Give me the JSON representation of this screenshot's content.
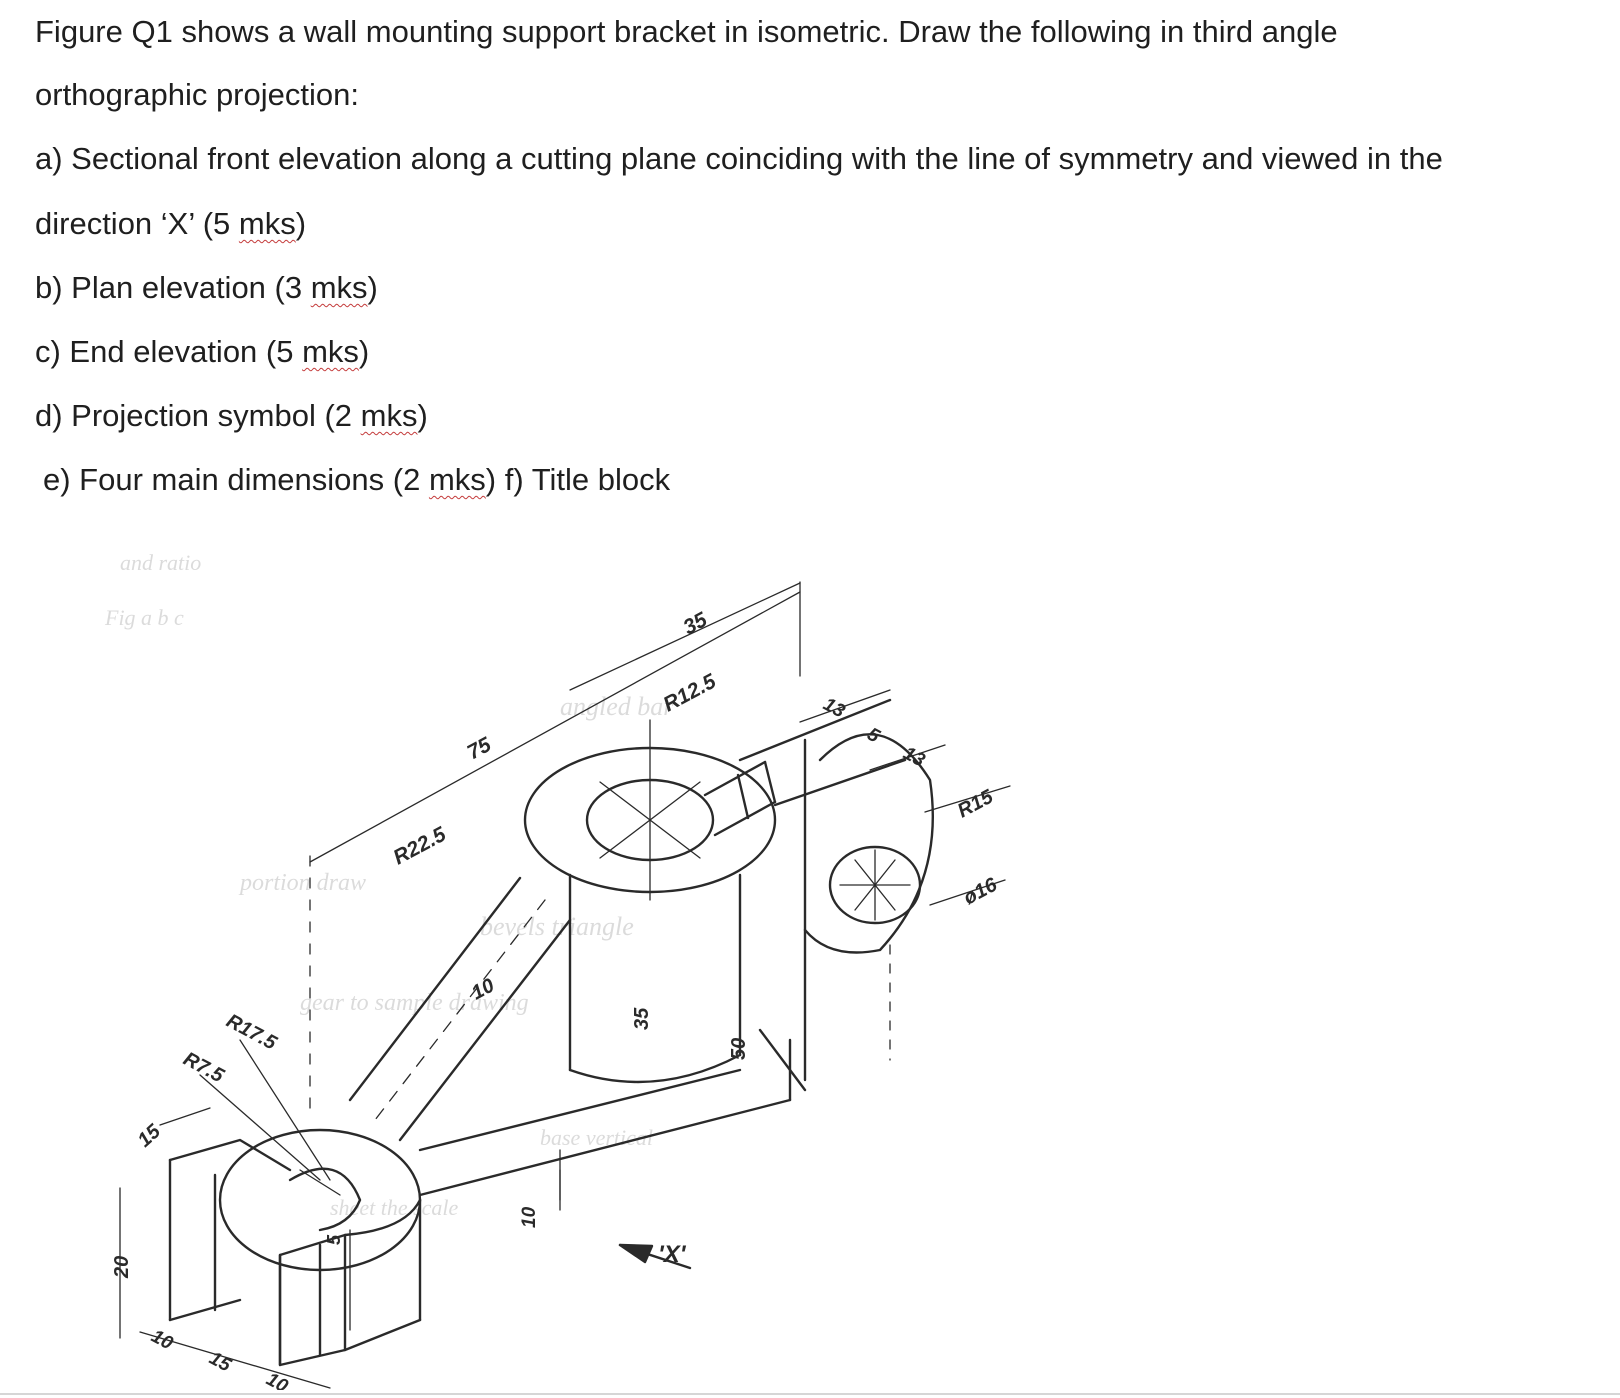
{
  "question": {
    "line1": "Figure Q1 shows a wall mounting support bracket in isometric. Draw the following in third angle",
    "line2": "orthographic projection:",
    "line3": "a) Sectional front elevation along a cutting plane coinciding with the line of symmetry and viewed in the",
    "line4_pre": "direction ‘X’ (5 ",
    "line4_mks": "mks",
    "line4_post": ")",
    "line5_pre": "b) Plan elevation (3 ",
    "line5_mks": "mks",
    "line5_post": ")",
    "line6_pre": "c) End elevation (5 ",
    "line6_mks": "mks",
    "line6_post": ")",
    "line7_pre": "d) Projection symbol (2 ",
    "line7_mks": "mks",
    "line7_post": ")",
    "line8_pre": "e) Four main dimensions (2 ",
    "line8_mks": "mks",
    "line8_post": ") f) Title block"
  },
  "figure": {
    "dims": {
      "d35_top": "35",
      "r12_5": "R12.5",
      "d75": "75",
      "d13_a": "13",
      "d5": "5",
      "d13_b": "13",
      "r15": "R15",
      "r22_5": "R22.5",
      "phi16": "ø16",
      "d10_web": "10",
      "d35_boss": "35",
      "d50": "50",
      "r17_5": "R17.5",
      "r7_5": "R7.5",
      "d15_left": "15",
      "d20": "20",
      "d10_base_left": "10",
      "d15_base": "15",
      "d10_base_right": "10",
      "d5_slot": "5",
      "d10_arm": "10",
      "view_x": "'X'"
    }
  },
  "colors": {
    "text": "#1f1f1f",
    "underline": "#c43b3b",
    "line_art": "#2a2a2a",
    "bleed_through": "#d8d8d8"
  }
}
